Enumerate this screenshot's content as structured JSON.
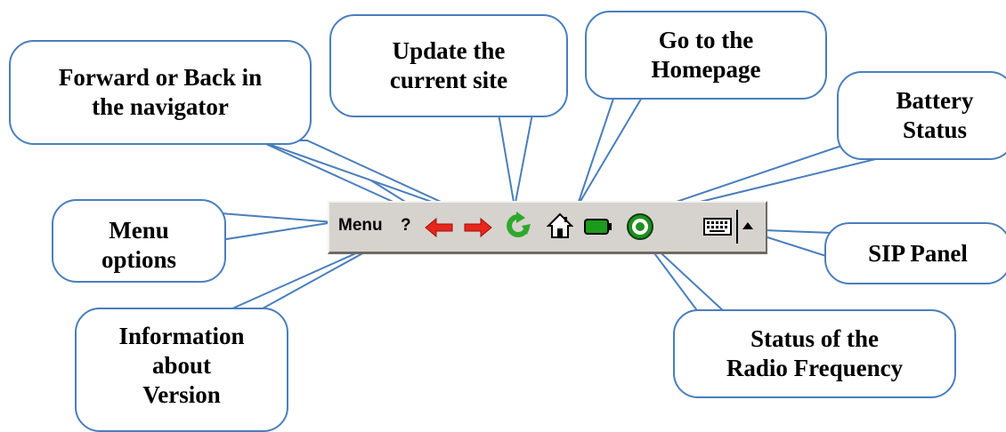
{
  "toolbar": {
    "menu_label": "Menu",
    "help_label": "?",
    "icons": {
      "back": "back-arrow-icon",
      "forward": "forward-arrow-icon",
      "refresh": "refresh-icon",
      "home": "home-icon",
      "battery": "battery-icon",
      "radio": "radio-signal-icon",
      "keyboard": "keyboard-icon",
      "sip_toggle": "triangle-up-icon"
    },
    "colors": {
      "bar": "#d6d3ce",
      "arrow": "#e8261c",
      "refresh": "#2fa82a",
      "battery": "#1b9a1b",
      "radio": "#1f8f1f"
    }
  },
  "callouts": {
    "forward_back": [
      "Forward or Back in",
      "the navigator"
    ],
    "update": [
      "Update the",
      "current site"
    ],
    "home": [
      "Go to the",
      "Homepage"
    ],
    "battery": [
      "Battery",
      "Status"
    ],
    "menu": [
      "Menu",
      "options"
    ],
    "sip": [
      "SIP Panel"
    ],
    "info": [
      "Information",
      "about",
      "Version"
    ],
    "radio": [
      "Status of the",
      "Radio Frequency"
    ]
  },
  "style": {
    "callout_border": "#4a7ebb"
  }
}
